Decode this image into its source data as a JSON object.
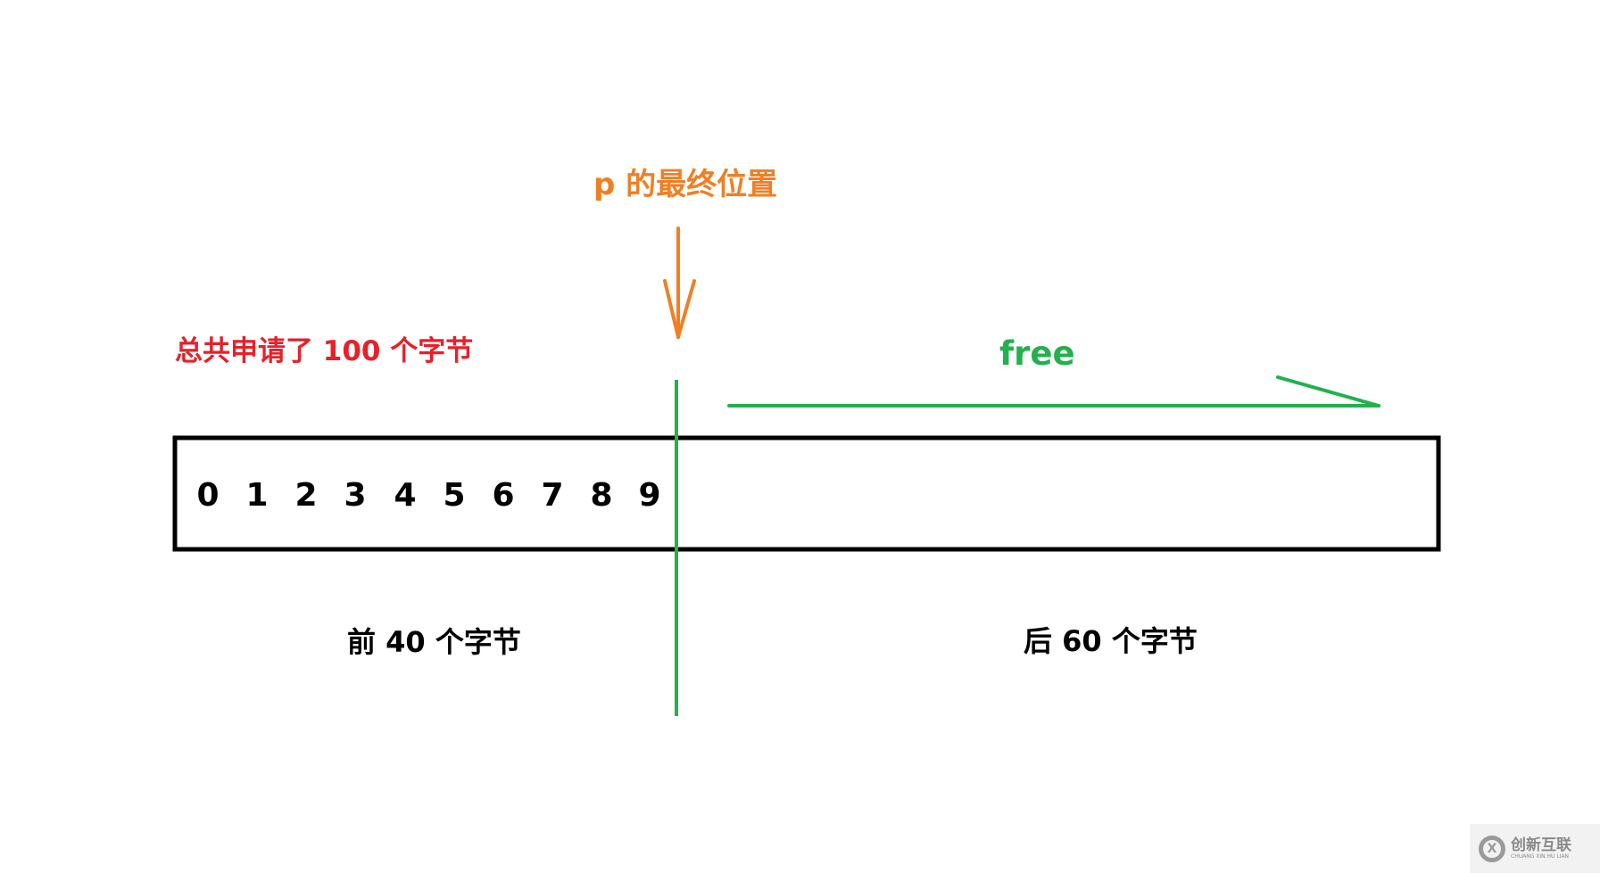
{
  "pointer_label": "p 的最终位置",
  "total_label": "总共申请了 100 个字节",
  "free_label": "free",
  "digits": [
    "0",
    "1",
    "2",
    "3",
    "4",
    "5",
    "6",
    "7",
    "8",
    "9"
  ],
  "first_part_label": "前 40 个字节",
  "second_part_label": "后 60 个字节",
  "colors": {
    "pointer": "#f07f24",
    "total": "#e8202a",
    "free": "#22b14c",
    "box": "#000000"
  },
  "watermark": {
    "cn": "创新互联",
    "en": "CHUANG XIN HU LIAN"
  }
}
